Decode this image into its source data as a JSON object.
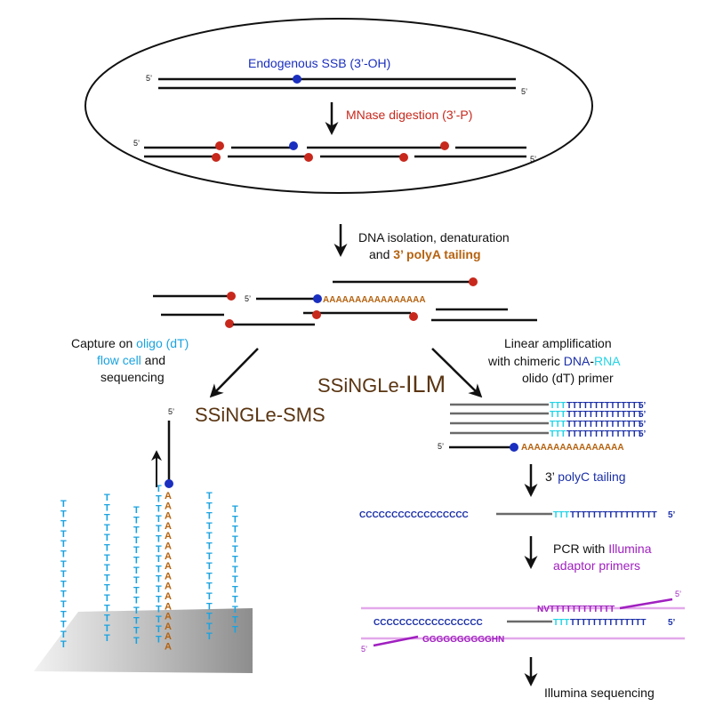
{
  "labels": {
    "endogenous_ssb": "Endogenous SSB (3’-OH)",
    "mnase": "MNase digestion (3’-P)",
    "dna_iso_line1": "DNA isolation, denaturation",
    "dna_iso_line2a": "and ",
    "dna_iso_line2b": "3’ polyA tailing",
    "capture_l1a": "Capture on ",
    "capture_l1b": "oligo (dT)",
    "capture_l2a": "flow cell",
    "capture_l2b": " and",
    "capture_l3": "sequencing",
    "linear_l1": "Linear amplification",
    "linear_l2a": "with chimeric ",
    "linear_l2b": "DNA",
    "linear_l2c": "-",
    "linear_l2d": "RNA",
    "linear_l3": "olido (dT) primer",
    "ssingle_sms": "SSiNGLe-SMS",
    "ssingle_ilm_a": "SSiNGLe-",
    "ssingle_ilm_b": "ILM",
    "polyc_a": "3’ ",
    "polyc_b": "polyC tailing",
    "pcr_a": "PCR with ",
    "pcr_b": "Illumina",
    "pcr_c": "adaptor primers",
    "illumina_seq": "Illumina sequencing",
    "five_prime": "5’"
  },
  "sequences": {
    "polyA": "AAAAAAAAAAAAAAAA",
    "polyC": "CCCCCCCCCCCCCCCCC",
    "ttt_rna": "TTT",
    "t_dna_long": "TTTTTTTTTTTTTTTT",
    "t_dna_mid": "TTTTTTTTTTTTTT",
    "nv_tail": "NVTTTTTTTTTTTT",
    "g_tail": "GGGGGGGGGGHN",
    "single_letter_t": "T",
    "single_letter_a": "A"
  },
  "colors": {
    "black": "#111111",
    "ssb_blue": "#1a2fbf",
    "mnase_red": "#c8281c",
    "polyA_brown": "#b5620f",
    "dt_cyan": "#1aa3e0",
    "rna_cyan": "#22d3e6",
    "dna_blue": "#1a2fa8",
    "illumina_purple": "#a020c0",
    "title_brown": "#5a3512",
    "gray_strand": "#6a6a6a",
    "pink_adaptor": "#e3a8ea"
  }
}
